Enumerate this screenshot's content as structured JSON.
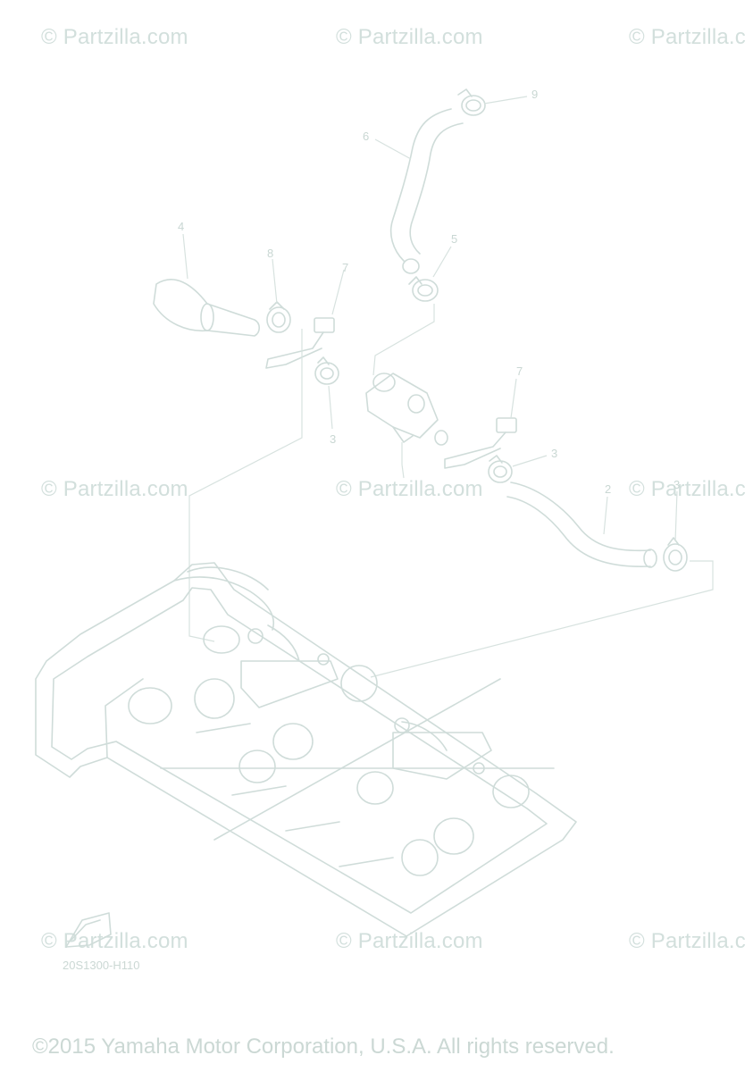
{
  "watermarks": [
    "© Partzilla.com",
    "© Partzilla.com",
    "© Partzilla.c",
    "© Partzilla.com",
    "© Partzilla.com",
    "© Partzilla.c",
    "© Partzilla.com",
    "© Partzilla.com",
    "© Partzilla.c"
  ],
  "callouts": [
    "9",
    "6",
    "5",
    "4",
    "8",
    "7",
    "3",
    "7",
    "3",
    "2",
    "3"
  ],
  "diagram_code": "20S1300-H110",
  "copyright": "©2015 Yamaha Motor Corporation, U.S.A. All rights reserved."
}
